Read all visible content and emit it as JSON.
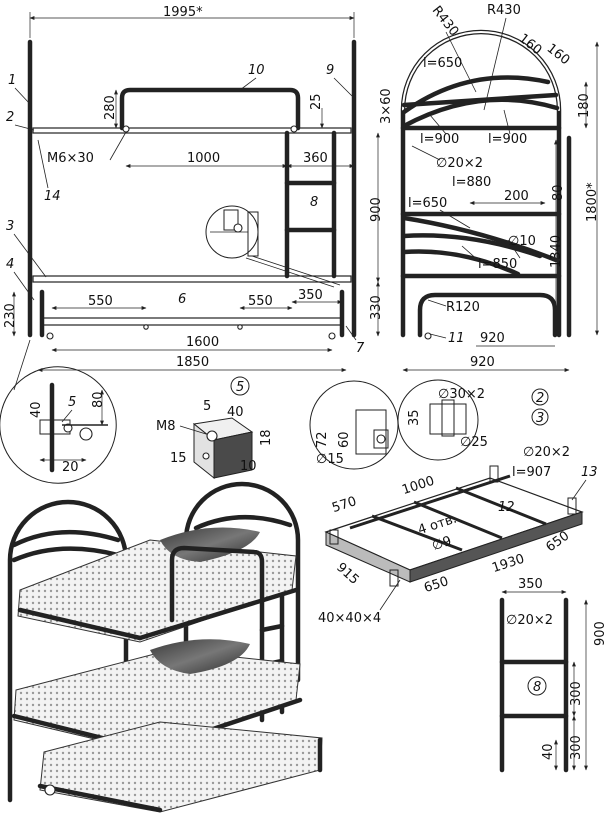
{
  "front_view": {
    "dims": {
      "overall_width": "1995*",
      "upper_rail_height": "280",
      "bolt": "M6×30",
      "inner_width": "1000",
      "ladder_width": "360",
      "rail_gap": "25",
      "frame_height": "900",
      "trundle_height": "330",
      "leg_foot": "230",
      "slat_span_a": "550",
      "slat_span_b": "550",
      "trundle_depth": "350",
      "trundle_length": "1600",
      "lower_frame_length": "1850"
    },
    "parts": [
      "1",
      "2",
      "3",
      "4",
      "6",
      "7",
      "8",
      "9",
      "10",
      "14"
    ]
  },
  "side_view": {
    "dims": {
      "radius_left": "R430",
      "radius_right": "R430",
      "arc_len_top": "l=650",
      "gap_a": "160",
      "gap_b": "160",
      "step": "3×60",
      "height_180": "180",
      "arc_len_left": "l=900",
      "arc_len_right": "l=900",
      "tube_dia": "∅20×2",
      "arc_len_880": "l=880",
      "width_200": "200",
      "offset_80": "80",
      "arc_len_650": "l=650",
      "small_dia": "∅10",
      "arc_len_850": "l=850",
      "height_1340": "1340",
      "overall_height": "1800*",
      "radius_foot": "R120",
      "foot_width": "920",
      "overall_width": "920"
    },
    "parts": [
      "11"
    ]
  },
  "detail_bottom_left": {
    "dims": {
      "d40": "40",
      "d80": "80",
      "d20": "20"
    },
    "part": "5"
  },
  "detail_5": {
    "label": "5",
    "dims": {
      "thread": "M8",
      "d5": "5",
      "d40": "40",
      "d18": "18",
      "d15": "15",
      "d10": "10"
    }
  },
  "detail_2_3": {
    "labels": [
      "2",
      "3"
    ],
    "dims": {
      "d72": "72",
      "d60": "60",
      "dia15": "∅15",
      "d35": "35",
      "dia30": "∅30×2",
      "dia25": "∅25"
    }
  },
  "trundle_frame": {
    "dims": {
      "tube": "∅20×2",
      "length_907": "l=907",
      "d570": "570",
      "d1000": "1000",
      "holes": "4 отв.",
      "hole_dia": "∅9",
      "d915": "915",
      "d650a": "650",
      "d1930": "1930",
      "d650b": "650",
      "angle": "40×40×4"
    },
    "parts": [
      "12",
      "13"
    ]
  },
  "ladder_detail": {
    "label": "8",
    "dims": {
      "width": "350",
      "tube": "∅20×2",
      "h900": "900",
      "h300a": "300",
      "h300b": "300",
      "h40": "40"
    }
  }
}
